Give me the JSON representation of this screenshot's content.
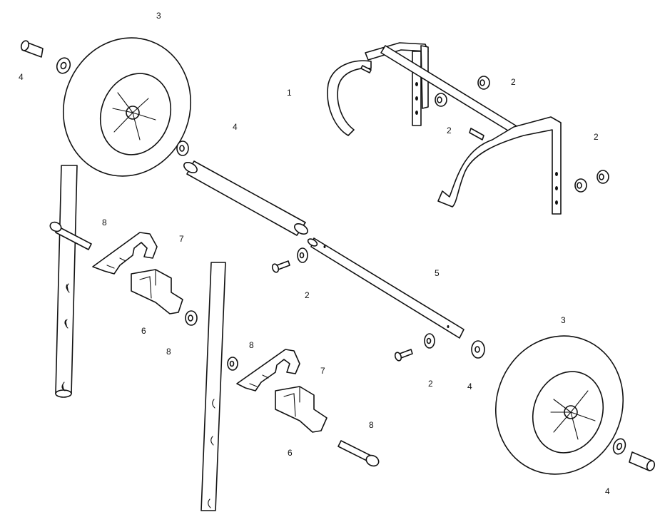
{
  "callouts": {
    "c1": "1",
    "c2a": "2",
    "c2b": "2",
    "c2c": "2",
    "c2d": "2",
    "c2e": "2",
    "c3a": "3",
    "c3b": "3",
    "c4a": "4",
    "c4b": "4",
    "c4c": "4",
    "c4d": "4",
    "c5": "5",
    "c6a": "6",
    "c6b": "6",
    "c7a": "7",
    "c7b": "7",
    "c8a": "8",
    "c8b": "8",
    "c8c": "8",
    "c8d": "8"
  }
}
